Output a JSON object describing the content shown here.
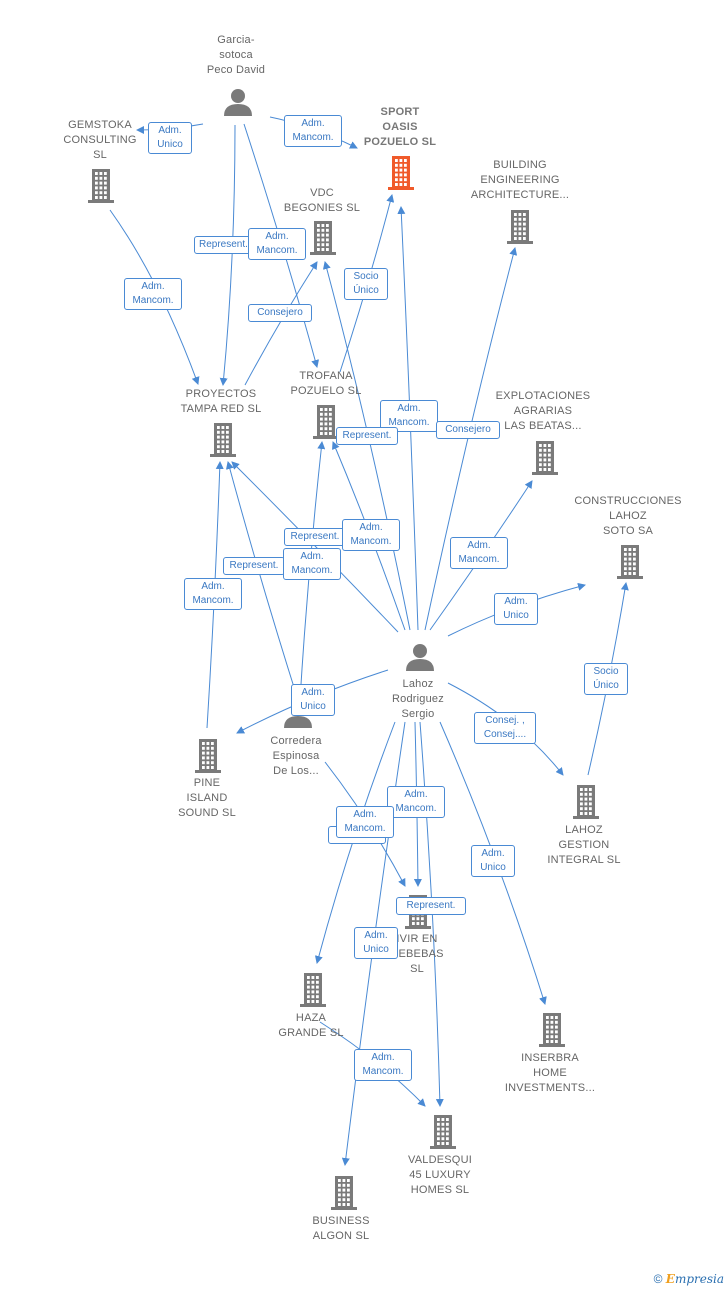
{
  "colors": {
    "edge": "#4a8ad4",
    "node": "#7a7a7a",
    "highlight": "#f05a2a",
    "text": "#666666"
  },
  "nodes": {
    "garcia": "Garcia-\nsotoca\nPeco David",
    "gemstoka": "GEMSTOKA\nCONSULTING\nSL",
    "sport": "SPORT\nOASIS\nPOZUELO  SL",
    "building": "BUILDING\nENGINEERING\nARCHITECTURE...",
    "vdc": "VDC\nBEGONIES  SL",
    "proyectos": "PROYECTOS\nTAMPA RED  SL",
    "trofana": "TROFANA\nPOZUELO  SL",
    "explotaciones": "EXPLOTACIONES\nAGRARIAS\nLAS BEATAS...",
    "construcciones": "CONSTRUCCIONES\nLAHOZ\nSOTO SA",
    "lahoz": "Lahoz\nRodriguez\nSergio",
    "corredera": "Corredera\nEspinosa\nDe Los...",
    "pine": "PINE\nISLAND\nSOUND  SL",
    "lahozgestion": "LAHOZ\nGESTION\nINTEGRAL  SL",
    "ivir": "IVIR EN\nDEBEBAS\nSL",
    "haza": "HAZA\nGRANDE SL",
    "inserbra": "INSERBRA\nHOME\nINVESTMENTS...",
    "valdesqui": "VALDESQUI\n45 LUXURY\nHOMES  SL",
    "business": "BUSINESS\nALGON SL"
  },
  "edge_labels": {
    "e1": "Adm.\nUnico",
    "e2": "Adm.\nMancom.",
    "e3": "Represent.",
    "e4": "Adm.\nMancom.",
    "e5": "Adm.\nMancom.",
    "e6": "Consejero",
    "e7": "Socio\nÚnico",
    "e8": "Adm.\nMancom.",
    "e9": "Consejero",
    "e10": "Represent.",
    "e11": "Represent.",
    "e12": "Adm.\nMancom.",
    "e13": "Adm.\nMancom.",
    "e14": "Represent.",
    "e15": "Adm.\nMancom.",
    "e16": "Adm.\nMancom.",
    "e17": "Adm.\nUnico",
    "e18": "Adm.\nUnico",
    "e19": "Consej. ,\nConsej....",
    "e20": "Socio\nÚnico",
    "e21": "Adm.\nMancom.",
    "e22": "Adm.\nMancom.",
    "e23": "Mancom.",
    "e24": "Represent.",
    "e25": "Adm.\nUnico",
    "e26": "Adm.\nUnico",
    "e27": "Adm.\nMancom."
  },
  "footer": {
    "copyright": "©",
    "brand_e": "E",
    "brand_rest": "mpresia"
  }
}
